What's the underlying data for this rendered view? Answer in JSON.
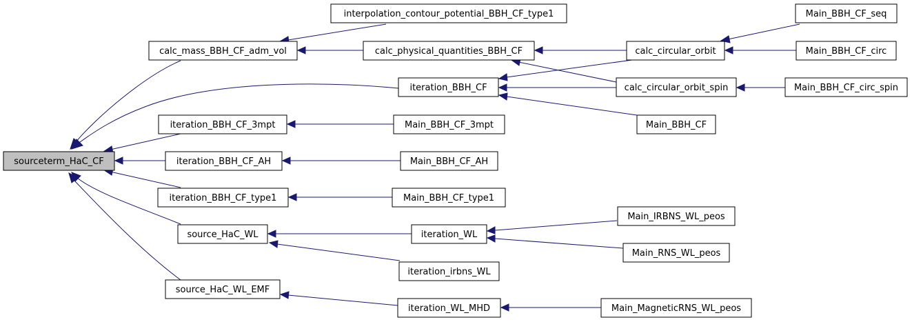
{
  "graph": {
    "nodes": [
      {
        "id": "root",
        "label": "sourceterm_HaC_CF"
      },
      {
        "id": "calc_mass",
        "label": "calc_mass_BBH_CF_adm_vol"
      },
      {
        "id": "iteration",
        "label": "iteration_BBH_CF"
      },
      {
        "id": "iteration_3mpt",
        "label": "iteration_BBH_CF_3mpt"
      },
      {
        "id": "iteration_AH",
        "label": "iteration_BBH_CF_AH"
      },
      {
        "id": "iteration_type1",
        "label": "iteration_BBH_CF_type1"
      },
      {
        "id": "source_WL",
        "label": "source_HaC_WL"
      },
      {
        "id": "source_WL_EMF",
        "label": "source_HaC_WL_EMF"
      },
      {
        "id": "interp",
        "label": "interpolation_contour_potential_BBH_CF_type1"
      },
      {
        "id": "calc_phys",
        "label": "calc_physical_quantities_BBH_CF"
      },
      {
        "id": "main_3mpt",
        "label": "Main_BBH_CF_3mpt"
      },
      {
        "id": "main_AH",
        "label": "Main_BBH_CF_AH"
      },
      {
        "id": "main_type1",
        "label": "Main_BBH_CF_type1"
      },
      {
        "id": "iteration_WL",
        "label": "iteration_WL"
      },
      {
        "id": "iteration_irbns",
        "label": "iteration_irbns_WL"
      },
      {
        "id": "iteration_WL_MHD",
        "label": "iteration_WL_MHD"
      },
      {
        "id": "calc_circ",
        "label": "calc_circular_orbit"
      },
      {
        "id": "calc_circ_spin",
        "label": "calc_circular_orbit_spin"
      },
      {
        "id": "main_BBH_CF",
        "label": "Main_BBH_CF"
      },
      {
        "id": "main_IRBNS",
        "label": "Main_IRBNS_WL_peos"
      },
      {
        "id": "main_RNS",
        "label": "Main_RNS_WL_peos"
      },
      {
        "id": "main_Magnetic",
        "label": "Main_MagneticRNS_WL_peos"
      },
      {
        "id": "main_seq",
        "label": "Main_BBH_CF_seq"
      },
      {
        "id": "main_circ",
        "label": "Main_BBH_CF_circ"
      },
      {
        "id": "main_circ_spin",
        "label": "Main_BBH_CF_circ_spin"
      }
    ]
  }
}
